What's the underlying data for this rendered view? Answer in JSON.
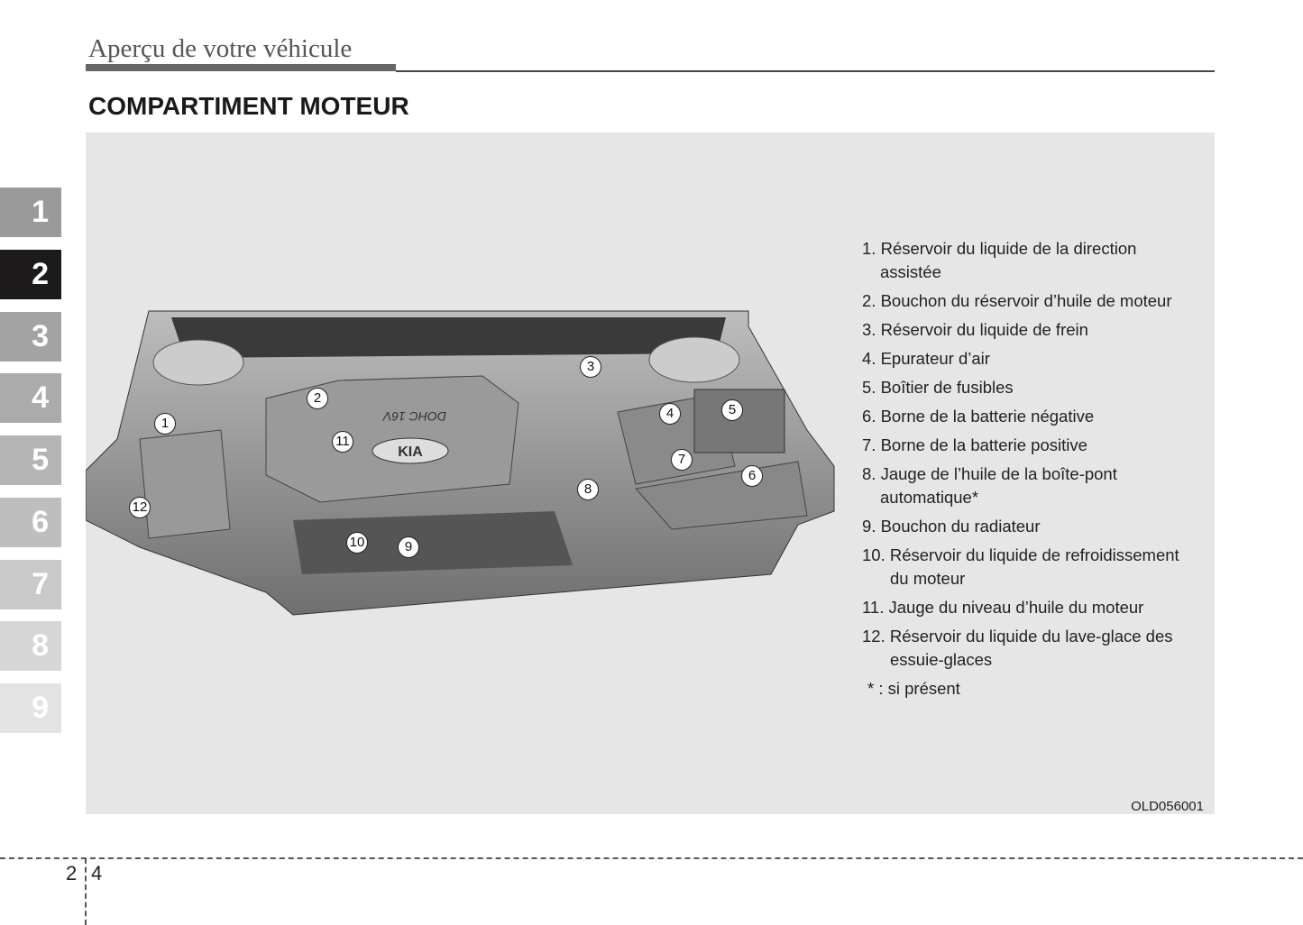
{
  "header": {
    "section": "Aperçu de votre véhicule",
    "title": "COMPARTIMENT MOTEUR"
  },
  "tabs": [
    {
      "label": "1",
      "color": "#9a9a9a"
    },
    {
      "label": "2",
      "color": "#1c1a1a"
    },
    {
      "label": "3",
      "color": "#a3a3a3"
    },
    {
      "label": "4",
      "color": "#ababab"
    },
    {
      "label": "5",
      "color": "#b4b4b4"
    },
    {
      "label": "6",
      "color": "#bebebe"
    },
    {
      "label": "7",
      "color": "#c9c9c9"
    },
    {
      "label": "8",
      "color": "#d6d6d6"
    },
    {
      "label": "9",
      "color": "#e3e3e3"
    }
  ],
  "figure": {
    "logo": "KIA",
    "engine_label": "DOHC 16V",
    "callouts": [
      "1",
      "2",
      "3",
      "4",
      "5",
      "6",
      "7",
      "8",
      "9",
      "10",
      "11",
      "12"
    ],
    "code": "OLD056001"
  },
  "legend": [
    {
      "num": "1.",
      "text": "Réservoir du liquide de la direction",
      "cont": "assistée"
    },
    {
      "num": "2.",
      "text": "Bouchon du réservoir d’huile de moteur"
    },
    {
      "num": "3.",
      "text": "Réservoir du liquide de frein"
    },
    {
      "num": "4.",
      "text": "Epurateur d’air"
    },
    {
      "num": "5.",
      "text": "Boîtier de fusibles"
    },
    {
      "num": "6.",
      "text": "Borne de la batterie négative"
    },
    {
      "num": "7.",
      "text": "Borne de la batterie positive"
    },
    {
      "num": "8.",
      "text": "Jauge de l’huile de la boîte-pont",
      "cont": "automatique*"
    },
    {
      "num": "9.",
      "text": "Bouchon du radiateur"
    },
    {
      "num": "10.",
      "text": "Réservoir du liquide de refroidissement",
      "cont": "du moteur"
    },
    {
      "num": "11.",
      "text": "Jauge du niveau d’huile du moteur"
    },
    {
      "num": "12.",
      "text": "Réservoir du liquide du lave-glace des",
      "cont": "essuie-glaces"
    }
  ],
  "note": "* : si présent",
  "footer": {
    "chapter": "2",
    "page": "4"
  }
}
